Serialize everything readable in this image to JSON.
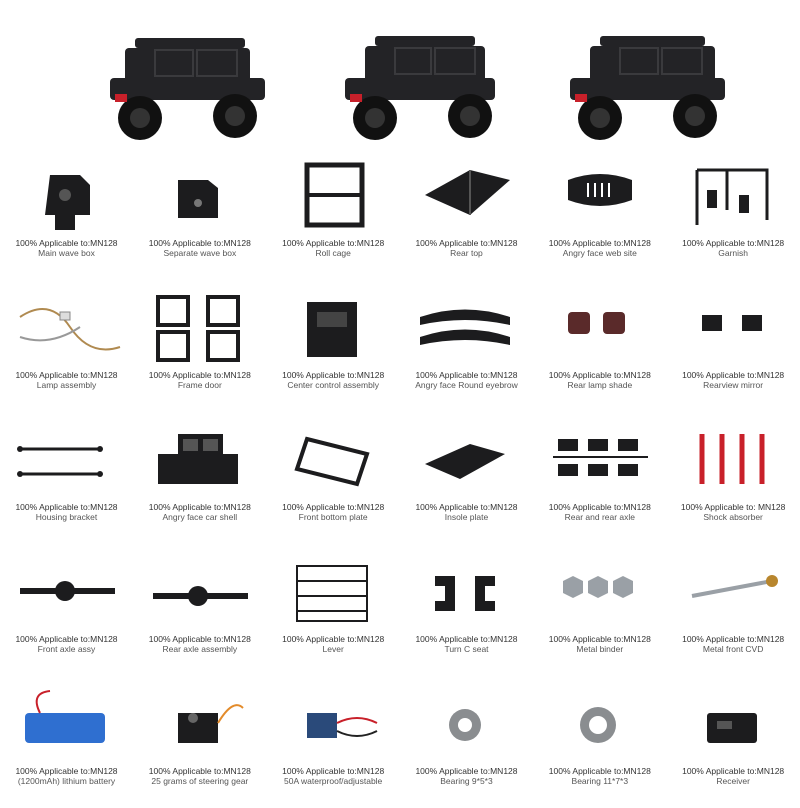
{
  "parts": [
    {
      "icon": "gearbox-icon",
      "line1": "100% Applicable to:MN128",
      "line2": "Main wave box"
    },
    {
      "icon": "gearbox-small-icon",
      "line1": "100% Applicable to:MN128",
      "line2": "Separate wave box"
    },
    {
      "icon": "roll-cage-icon",
      "line1": "100% Applicable to:MN128",
      "line2": "Roll cage"
    },
    {
      "icon": "rear-top-icon",
      "line1": "100% Applicable to:MN128",
      "line2": "Rear top"
    },
    {
      "icon": "grille-icon",
      "line1": "100% Applicable to:MN128",
      "line2": "Angry face web site"
    },
    {
      "icon": "garnish-sprue-icon",
      "line1": "100% Applicable to:MN128",
      "line2": "Garnish"
    },
    {
      "icon": "wire-harness-icon",
      "line1": "100% Applicable to:MN128",
      "line2": "Lamp assembly"
    },
    {
      "icon": "frame-door-icon",
      "line1": "100% Applicable to:MN128",
      "line2": "Frame door"
    },
    {
      "icon": "center-console-icon",
      "line1": "100% Applicable to:MN128",
      "line2": "Center control assembly"
    },
    {
      "icon": "fender-flare-icon",
      "line1": "100% Applicable to:MN128",
      "line2": "Angry face Round eyebrow"
    },
    {
      "icon": "rear-lamp-icon",
      "line1": "100% Applicable to:MN128",
      "line2": "Rear lamp shade"
    },
    {
      "icon": "mirror-icon",
      "line1": "100% Applicable to:MN128",
      "line2": "Rearview mirror"
    },
    {
      "icon": "housing-bracket-icon",
      "line1": "100% Applicable to:MN128",
      "line2": "Housing bracket"
    },
    {
      "icon": "car-shell-icon",
      "line1": "100% Applicable to:MN128",
      "line2": "Angry face car shell"
    },
    {
      "icon": "bottom-plate-icon",
      "line1": "100% Applicable to:MN128",
      "line2": "Front bottom plate"
    },
    {
      "icon": "insole-plate-icon",
      "line1": "100% Applicable to:MN128",
      "line2": "Insole plate"
    },
    {
      "icon": "axle-sprue-icon",
      "line1": "100% Applicable to:MN128",
      "line2": "Rear and rear axle"
    },
    {
      "icon": "shock-absorber-icon",
      "line1": "100% Applicable to: MN128",
      "line2": "Shock absorber"
    },
    {
      "icon": "front-axle-icon",
      "line1": "100% Applicable to:MN128",
      "line2": "Front axle assy"
    },
    {
      "icon": "rear-axle-icon",
      "line1": "100% Applicable to:MN128",
      "line2": "Rear axle assembly"
    },
    {
      "icon": "lever-sprue-icon",
      "line1": "100% Applicable to:MN128",
      "line2": "Lever"
    },
    {
      "icon": "c-seat-icon",
      "line1": "100% Applicable to:MN128",
      "line2": "Turn C seat"
    },
    {
      "icon": "hex-hub-icon",
      "line1": "100% Applicable to:MN128",
      "line2": "Metal binder"
    },
    {
      "icon": "cvd-shaft-icon",
      "line1": "100% Applicable to:MN128",
      "line2": "Metal front CVD"
    },
    {
      "icon": "battery-icon",
      "line1": "100% Applicable to:MN128",
      "line2": "(1200mAh) lithium battery"
    },
    {
      "icon": "servo-icon",
      "line1": "100% Applicable to:MN128",
      "line2": "25 grams of steering gear"
    },
    {
      "icon": "esc-icon",
      "line1": "100% Applicable to:MN128",
      "line2": "50A waterproof/adjustable"
    },
    {
      "icon": "bearing-icon",
      "line1": "100% Applicable to:MN128",
      "line2": "Bearing 9*5*3"
    },
    {
      "icon": "bearing-large-icon",
      "line1": "100% Applicable to:MN128",
      "line2": "Bearing 11*7*3"
    },
    {
      "icon": "receiver-icon",
      "line1": "100% Applicable to:MN128",
      "line2": "Receiver"
    }
  ],
  "colors": {
    "part": "#1c1c1e",
    "accent": "#c8202a",
    "text": "#333333",
    "battery": "#2f6fd0"
  }
}
